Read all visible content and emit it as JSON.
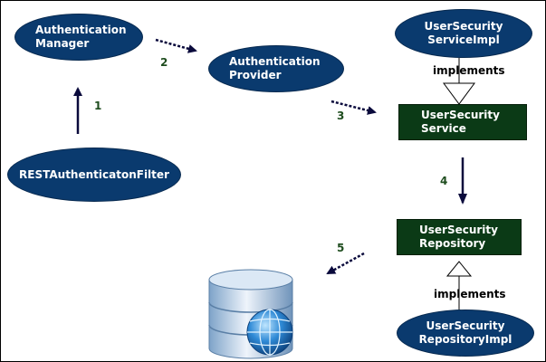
{
  "nodes": {
    "auth_manager": [
      "Authentication",
      "Manager"
    ],
    "auth_provider": [
      "Authentication",
      "Provider"
    ],
    "rest_filter": [
      "RESTAuthenticatonFilter"
    ],
    "user_security_service_impl": [
      "UserSecurity",
      "ServiceImpl"
    ],
    "user_security_service": [
      "UserSecurity",
      "Service"
    ],
    "user_security_repository": [
      "UserSecurity",
      "Repository"
    ],
    "user_security_repository_impl": [
      "UserSecurity",
      "RepositoryImpl"
    ]
  },
  "relations": {
    "implements_top": "implements",
    "implements_bottom": "implements"
  },
  "steps": [
    "1",
    "2",
    "3",
    "4",
    "5"
  ],
  "colors": {
    "ellipse_fill": "#0a3a6e",
    "rect_fill": "#0b3a16",
    "arrow": "#0a0a3c",
    "step_number": "#1f4d1f"
  },
  "icons": {
    "database": "database-globe-icon"
  }
}
